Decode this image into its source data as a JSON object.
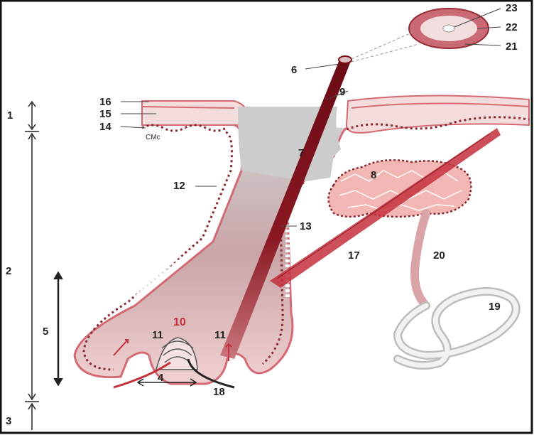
{
  "labels": {
    "l1": "1",
    "l2": "2",
    "l3": "3",
    "l4": "4",
    "l5": "5",
    "l6": "6",
    "l7": "7",
    "l8": "8",
    "l9": "9",
    "l10": "10",
    "l11a": "11",
    "l11b": "11",
    "l12": "12",
    "l13": "13",
    "l14": "14",
    "l15": "15",
    "l16": "16",
    "l17": "17",
    "l18": "18",
    "l19": "19",
    "l20": "20",
    "l21": "21",
    "l22": "22",
    "l23": "23",
    "cmc": "CMc"
  },
  "colors": {
    "shaft": "#7a0c16",
    "skin": "#e8a9ad",
    "skin_dark": "#d46a73",
    "gland": "#f2b6b4",
    "gray": "#cfcfcf",
    "muscle": "#c4303c"
  }
}
